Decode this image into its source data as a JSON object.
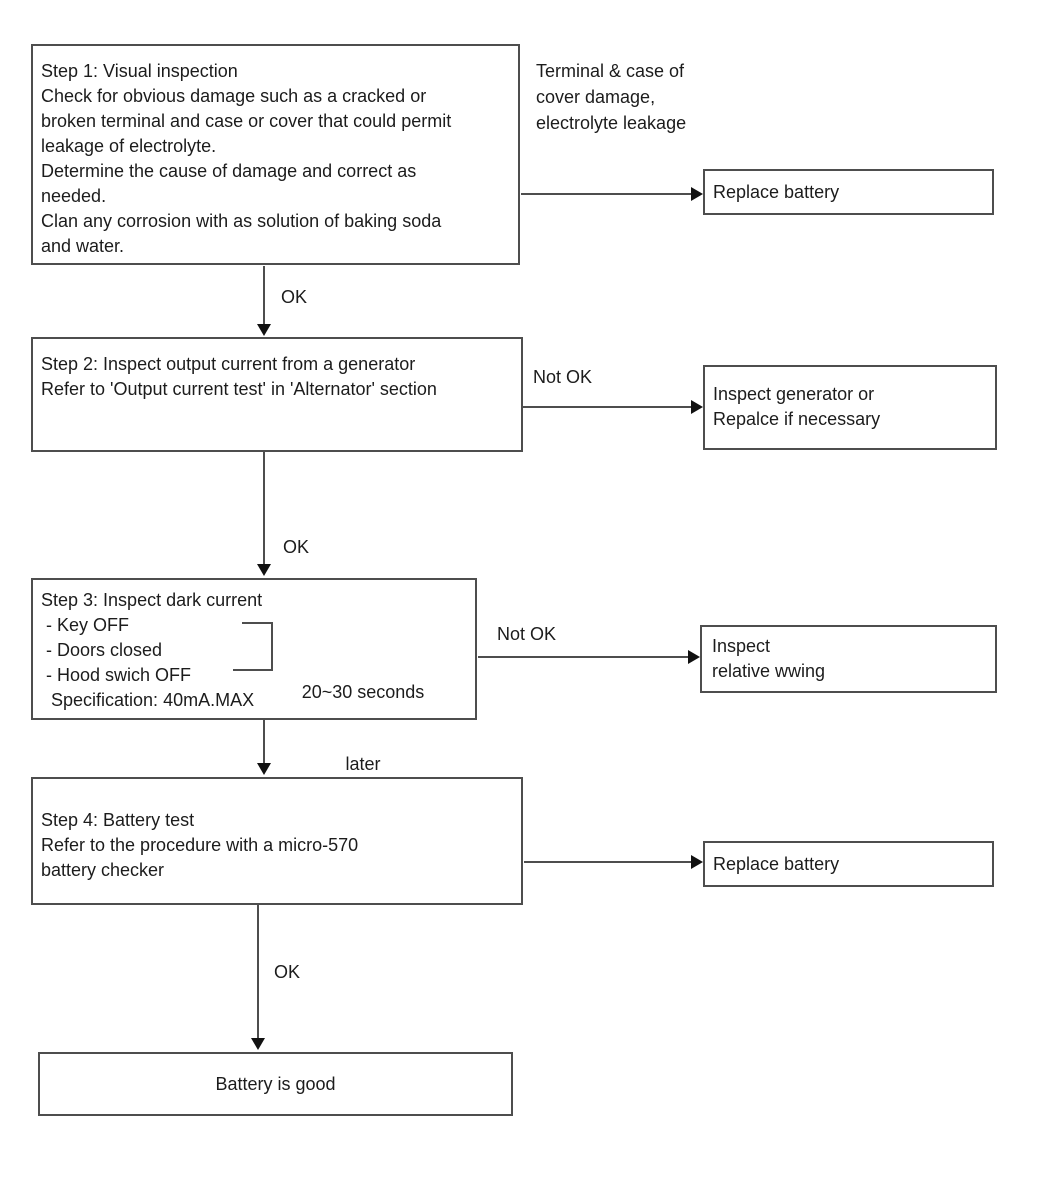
{
  "colors": {
    "background": "#ffffff",
    "line": "#4e4e4e",
    "text": "#1c1c1c",
    "arrow": "#111111"
  },
  "step1": {
    "lines": [
      "Step 1: Visual inspection",
      "Check for obvious damage such as a cracked or",
      "broken terminal and case or cover that could permit",
      "leakage of electrolyte.",
      "Determine the cause of damage and correct as",
      "needed.",
      "Clan any corrosion with as solution of baking soda",
      "and water."
    ]
  },
  "branch_note": {
    "lines": [
      "Terminal & case of",
      "cover damage,",
      "electrolyte leakage"
    ]
  },
  "replace_battery_1": {
    "label": "Replace battery"
  },
  "step2": {
    "lines": [
      "Step 2: Inspect output current from a generator",
      "Refer to 'Output current test' in 'Alternator' section"
    ]
  },
  "inspect_generator": {
    "lines": [
      "Inspect generator or",
      "Repalce if necessary"
    ]
  },
  "step3": {
    "lines": [
      "Step 3: Inspect dark current",
      " - Key OFF",
      " - Doors closed",
      " - Hood swich OFF",
      "  Specification: 40mA.MAX"
    ],
    "timer": {
      "line1": "20~30 seconds",
      "line2": "later"
    }
  },
  "inspect_wiring": {
    "lines": [
      "Inspect",
      "relative wwing"
    ]
  },
  "step4": {
    "lines": [
      "Step 4: Battery test",
      "Refer to the procedure with a micro-570",
      "battery checker"
    ]
  },
  "replace_battery_2": {
    "label": "Replace battery"
  },
  "battery_good": {
    "label": "Battery is good"
  },
  "edge_labels": {
    "ok1": "OK",
    "not_ok1": "Not OK",
    "ok2": "OK",
    "not_ok2": "Not OK",
    "ok3": "OK"
  }
}
